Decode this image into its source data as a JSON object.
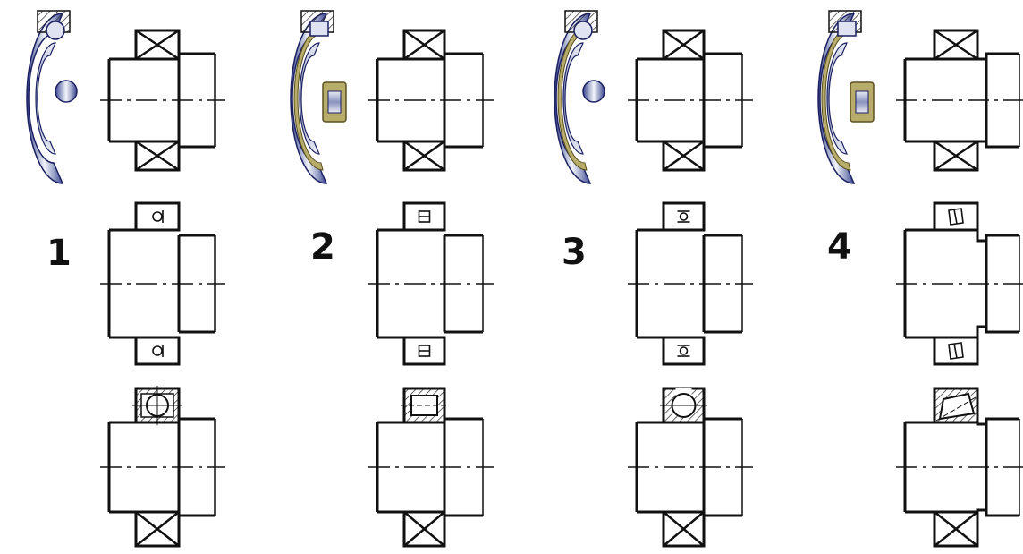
{
  "labels": {
    "n1": "1",
    "n2": "2",
    "n3": "3",
    "n4": "4"
  },
  "colors": {
    "line": "#111111",
    "steel_light": "#e9ecf4",
    "steel_mid": "#9aa3c8",
    "steel_dark": "#3a4392",
    "cage_brass": "#b8ac6a",
    "hatch": "#222222"
  },
  "icons": [
    "ball-bearing-cutaway-icon",
    "cylindrical-roller-bearing-cutaway-icon",
    "double-row-spherical-bearing-cutaway-icon",
    "tapered-roller-bearing-cutaway-icon"
  ]
}
